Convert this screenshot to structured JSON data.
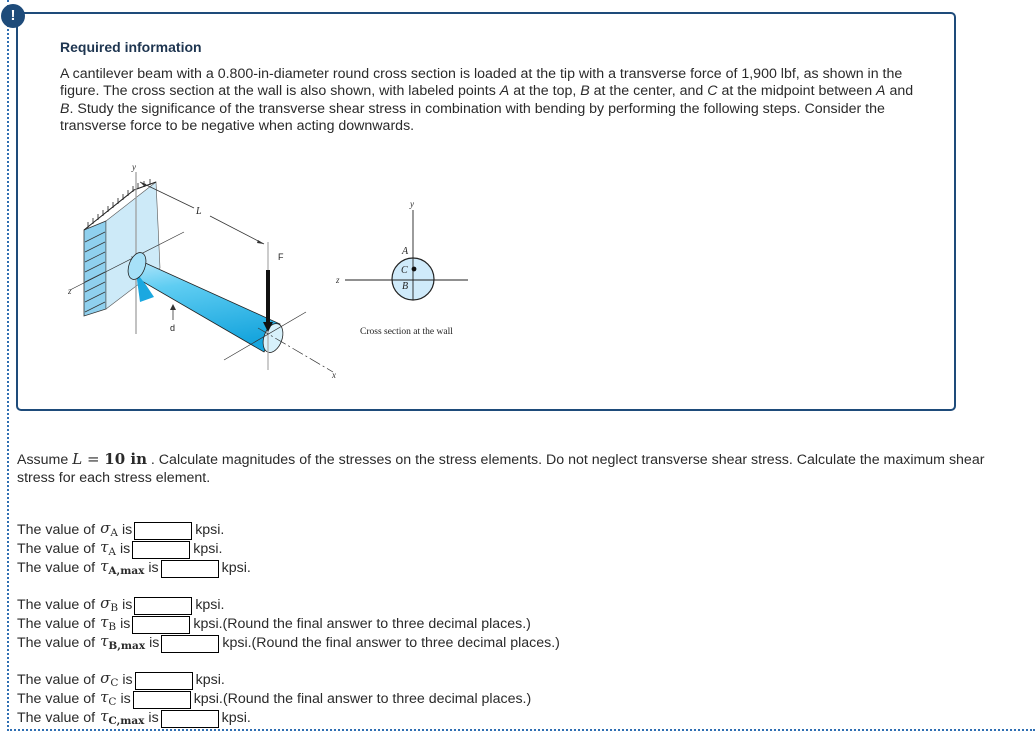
{
  "alert": {
    "icon": "!"
  },
  "info": {
    "title": "Required information",
    "paragraph": {
      "p1": "A cantilever beam with a 0.800-in-diameter round cross section is loaded at the tip with a transverse force of 1,900 lbf, as shown in the figure. The cross section at the wall is also shown, with labeled points ",
      "A": "A",
      "p2": " at the top, ",
      "B": "B",
      "p3": " at the center, and ",
      "C": "C",
      "p4": " at the midpoint between ",
      "A2": "A",
      "p5": " and ",
      "B2": "B",
      "p6": ". Study the significance of the transverse shear stress in combination with bending by performing the following steps. Consider the transverse force to be negative when acting downwards."
    },
    "figure": {
      "beam_labels": {
        "y": "y",
        "z": "z",
        "x": "x",
        "L": "L",
        "F": "F",
        "d": "d"
      },
      "section_labels": {
        "y": "y",
        "z": "z",
        "A": "A",
        "B": "B",
        "C": "C",
        "caption": "Cross section at the wall"
      },
      "colors": {
        "beam": "#29b6e8",
        "wall": "#cdeaf8",
        "section_fill": "#cfeafa"
      }
    }
  },
  "prompt": {
    "pre": "Assume ",
    "L": "L",
    "eq": " = ",
    "val": "10 in",
    "post": " . Calculate magnitudes of the stresses on the stress elements. Do not neglect transverse shear stress. Calculate the maximum shear stress for each stress element."
  },
  "questions": [
    {
      "group": "A",
      "rows": [
        {
          "prefix": "The value of",
          "symbol": "σ",
          "sub": "A",
          "is": "is",
          "value": "",
          "unit": "kpsi.",
          "note": ""
        },
        {
          "prefix": "The value of",
          "symbol": "τ",
          "sub": "A",
          "is": "is",
          "value": "",
          "unit": "kpsi.",
          "note": ""
        },
        {
          "prefix": "The value of",
          "symbol": "τ",
          "sub": "A,max",
          "is": "is",
          "value": "",
          "unit": "kpsi.",
          "note": ""
        }
      ]
    },
    {
      "group": "B",
      "rows": [
        {
          "prefix": "The value of",
          "symbol": "σ",
          "sub": "B",
          "is": "is",
          "value": "",
          "unit": "kpsi.",
          "note": ""
        },
        {
          "prefix": "The value of",
          "symbol": "τ",
          "sub": "B",
          "is": "is",
          "value": "",
          "unit": "kpsi.",
          "note": " (Round the final answer to three decimal places.)"
        },
        {
          "prefix": "The value of",
          "symbol": "τ",
          "sub": "B,max",
          "is": "is",
          "value": "",
          "unit": "kpsi.",
          "note": " (Round the final answer to three decimal places.)"
        }
      ]
    },
    {
      "group": "C",
      "rows": [
        {
          "prefix": "The value of",
          "symbol": "σ",
          "sub": "C",
          "is": "is",
          "value": "",
          "unit": "kpsi.",
          "note": ""
        },
        {
          "prefix": "The value of",
          "symbol": "τ",
          "sub": "C",
          "is": "is",
          "value": "",
          "unit": "kpsi.",
          "note": " (Round the final answer to three decimal places.)"
        },
        {
          "prefix": "The value of",
          "symbol": "τ",
          "sub": "C,max",
          "is": "is",
          "value": "",
          "unit": "kpsi.",
          "note": ""
        }
      ]
    }
  ]
}
